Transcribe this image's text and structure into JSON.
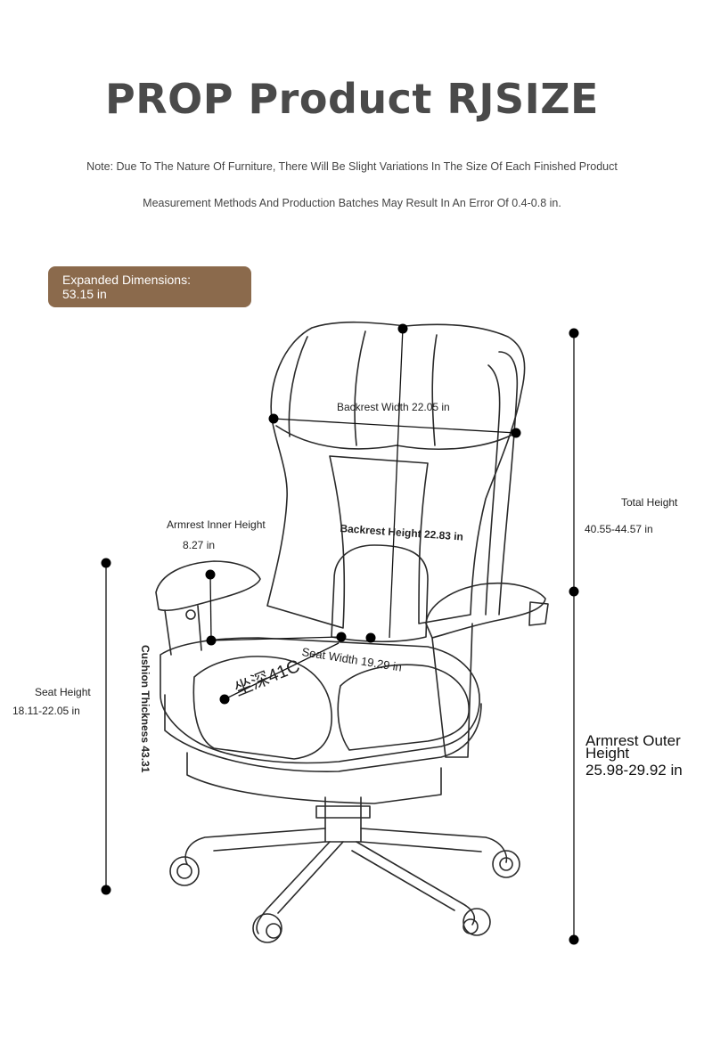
{
  "header": {
    "title": "PROP Product RJSIZE",
    "note_line1": "Note: Due To The Nature Of Furniture, There Will Be Slight Variations In The Size Of Each Finished Product",
    "note_line2": "Measurement Methods And Production Batches May Result In An Error Of 0.4-0.8 in."
  },
  "badge": {
    "label": "Expanded Dimensions:",
    "value": "53.15 in",
    "color": "#8b6a4c"
  },
  "dimensions": {
    "backrest_width": "Backrest Width 22.05 in",
    "backrest_height": "Backrest Height 22.83 in",
    "armrest_inner_label": "Armrest Inner Height",
    "armrest_inner_value": "8.27 in",
    "seat_width": "Seat Width 19.29 in",
    "seat_depth": "坐深41C",
    "cushion_thickness": "Cushion Thickness 43.31",
    "seat_height_label": "Seat Height",
    "seat_height_value": "18.11-22.05 in",
    "total_height_label": "Total Height",
    "total_height_value": "40.55-44.57 in",
    "armrest_outer_label_1": "Armrest Outer",
    "armrest_outer_label_2": "Height",
    "armrest_outer_value": "25.98-29.92 in"
  }
}
